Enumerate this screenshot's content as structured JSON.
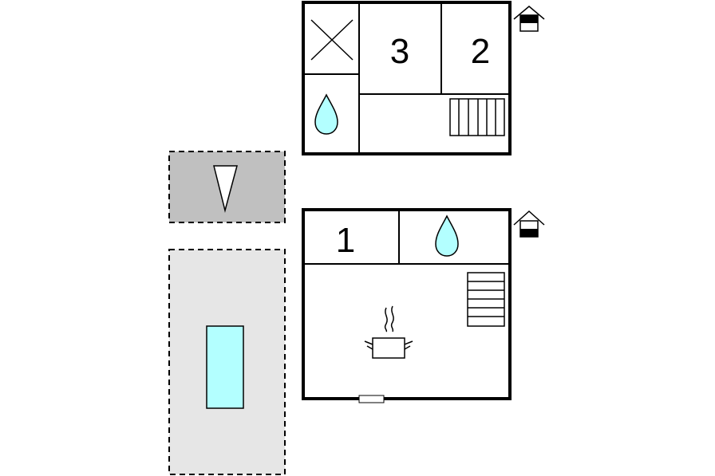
{
  "floor_upper": {
    "rooms": [
      {
        "id": "storage",
        "label": "",
        "icon": "cross-icon"
      },
      {
        "id": "bedroom-3",
        "label": "3",
        "icon": ""
      },
      {
        "id": "bedroom-2",
        "label": "2",
        "icon": ""
      },
      {
        "id": "bathroom",
        "label": "",
        "icon": "water-drop-icon"
      },
      {
        "id": "landing",
        "label": "",
        "icon": "stairs-icon"
      }
    ],
    "floor_icon": "house-upper-floor-icon"
  },
  "floor_ground": {
    "rooms": [
      {
        "id": "bedroom-1",
        "label": "1",
        "icon": ""
      },
      {
        "id": "bathroom",
        "label": "",
        "icon": "water-drop-icon"
      },
      {
        "id": "living-kitchen",
        "label": "",
        "icon": "cooking-pot-icon"
      }
    ],
    "floor_icon": "house-ground-floor-icon",
    "features": [
      "stairs-icon",
      "entrance-door-icon"
    ]
  },
  "outdoor": {
    "areas": [
      {
        "id": "parking",
        "icon": "triangle-marker-icon"
      },
      {
        "id": "pool-terrace",
        "icon": "pool-icon"
      }
    ]
  },
  "colors": {
    "wall": "#000000",
    "water": "#b3ffff",
    "parking_fill": "#c0c0c0",
    "terrace_fill": "#e6e6e6",
    "background": "#ffffff"
  }
}
